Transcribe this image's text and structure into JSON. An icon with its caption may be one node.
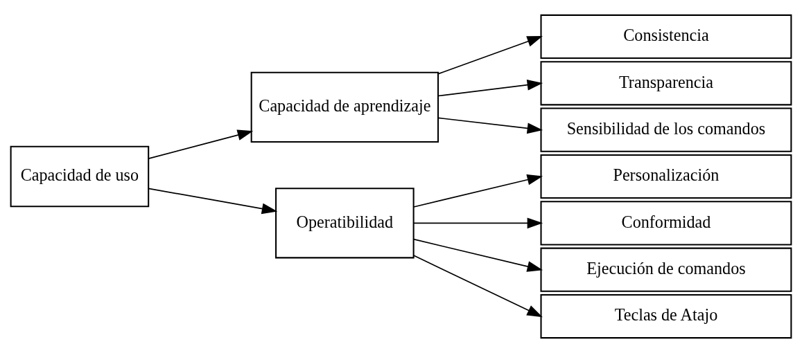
{
  "diagram": {
    "nodes": [
      {
        "text": [
          "Capacidad de uso"
        ]
      },
      {
        "text": [
          "Capacidad de aprendizaje"
        ]
      },
      {
        "text": [
          "Operatibilidad"
        ]
      },
      {
        "text": [
          "Consistencia"
        ]
      },
      {
        "text": [
          "Transparencia"
        ]
      },
      {
        "text": [
          "Sensibilidad de los comandos"
        ]
      },
      {
        "text": [
          "Personalización"
        ]
      },
      {
        "text": [
          "Conformidad"
        ]
      },
      {
        "text": [
          "Ejecución de comandos"
        ]
      },
      {
        "text": [
          "Teclas de Atajo"
        ]
      }
    ],
    "edges": [
      {
        "from": 0,
        "to": 1,
        "arrow": "to"
      },
      {
        "from": 0,
        "to": 2,
        "arrow": "to"
      },
      {
        "from": 1,
        "to": 3,
        "arrow": "to"
      },
      {
        "from": 1,
        "to": 4,
        "arrow": "to"
      },
      {
        "from": 1,
        "to": 5,
        "arrow": "to"
      },
      {
        "from": 2,
        "to": 6,
        "arrow": "to"
      },
      {
        "from": 2,
        "to": 7,
        "arrow": "to"
      },
      {
        "from": 2,
        "to": 8,
        "arrow": "to"
      },
      {
        "from": 2,
        "to": 9,
        "arrow": "to"
      }
    ]
  }
}
